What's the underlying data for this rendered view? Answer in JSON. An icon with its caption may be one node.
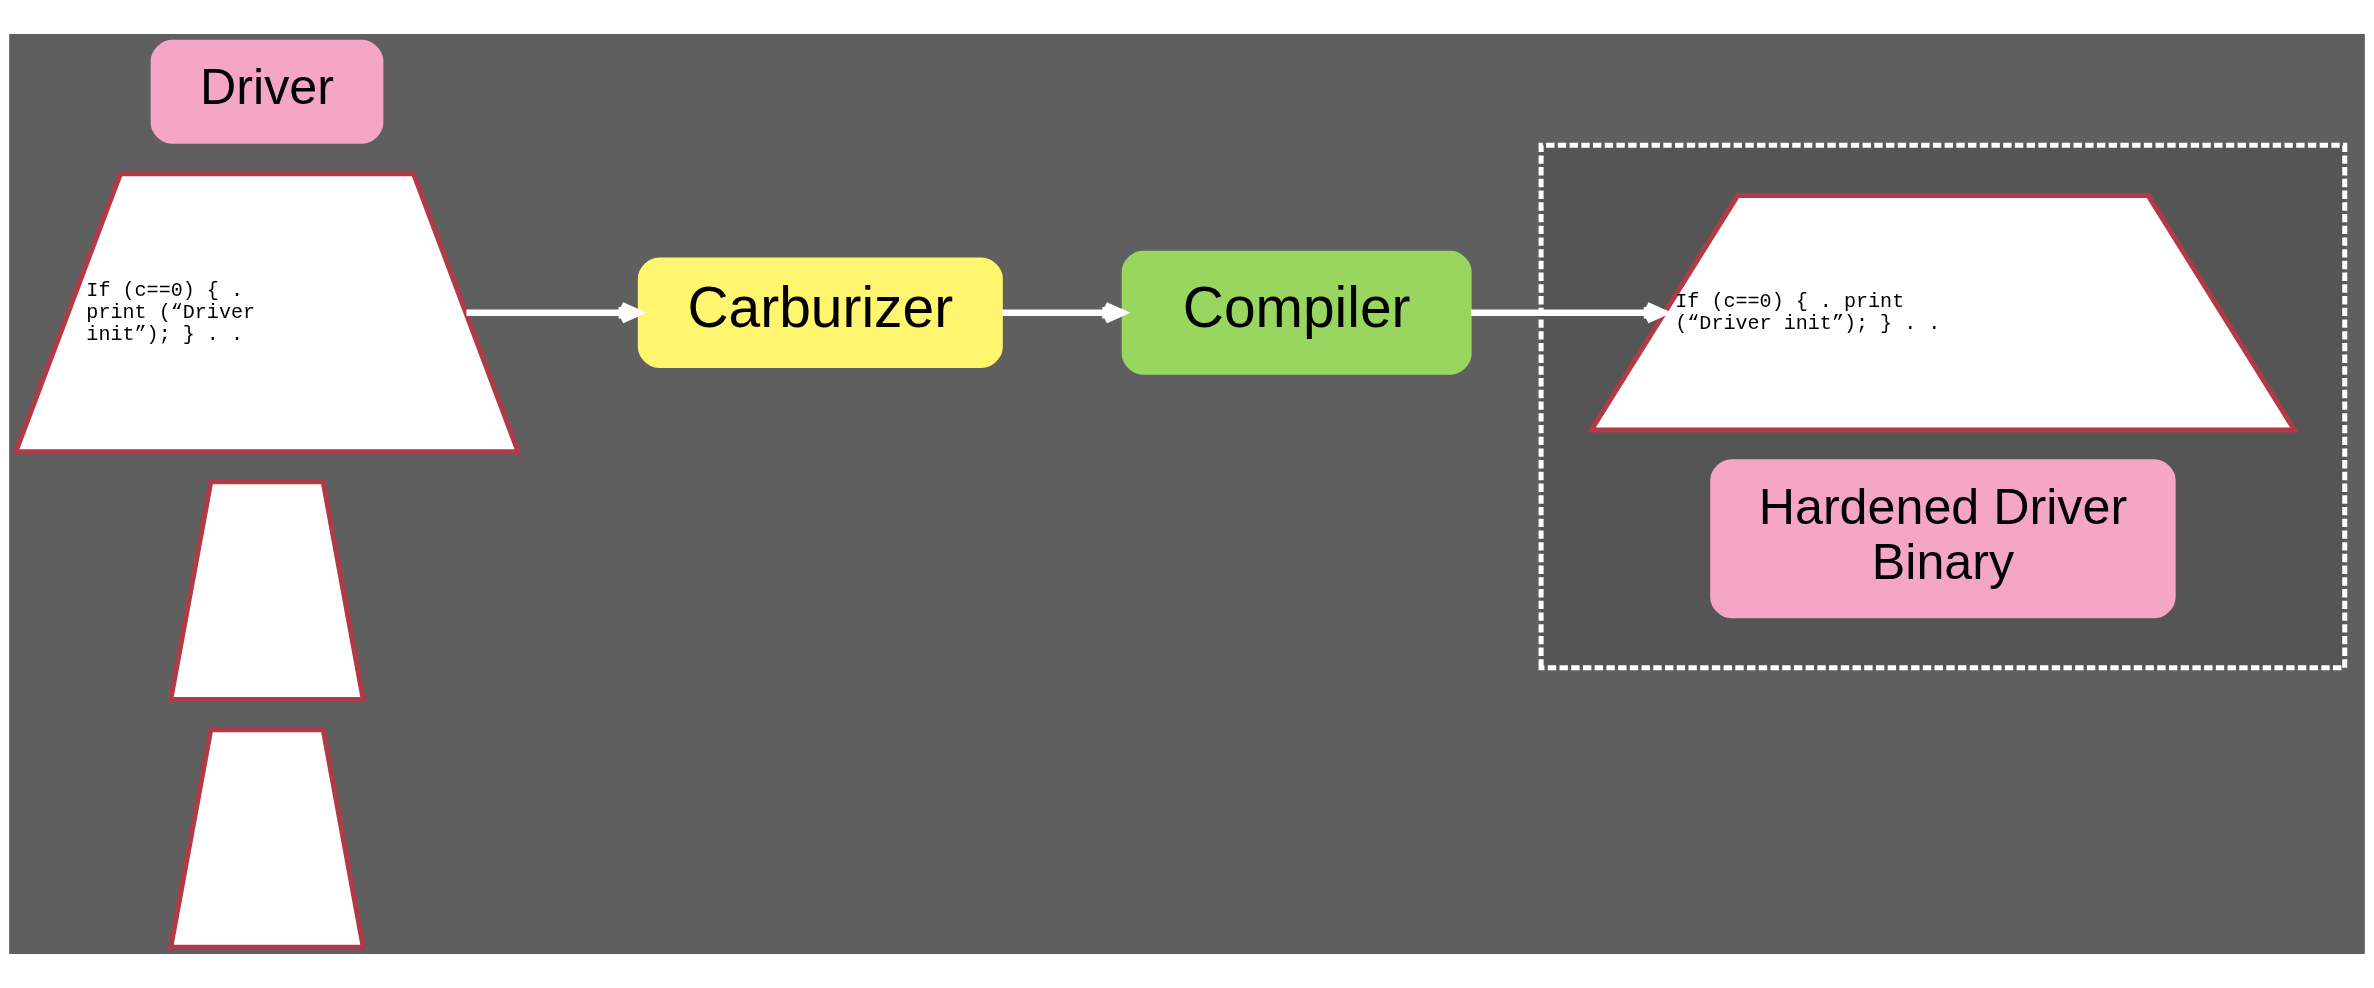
{
  "diagram": {
    "nodes": [
      {
        "text": [],
        "shape": "trapezium"
      },
      {
        "text": [],
        "shape": "trapezium"
      },
      {
        "text": [
          "If (c==0) { . print (“Driver init”); } . ."
        ]
      },
      {
        "text": [
          "Driver"
        ]
      },
      {
        "text": [
          "Carburizer"
        ]
      },
      {
        "text": [
          "Compiler"
        ]
      },
      {
        "text": [],
        "shape": "box"
      },
      {
        "text": [
          "If (c==0) { . print (“Driver init”); } . ."
        ],
        "in": 6
      },
      {
        "text": [
          "Hardened Driver Binary"
        ],
        "in": 6
      }
    ],
    "edges": [
      {
        "from": 2,
        "to": 4,
        "arrow": "to"
      },
      {
        "from": 4,
        "to": 5,
        "arrow": "to"
      },
      {
        "from": 5,
        "to": 7,
        "arrow": "to"
      }
    ]
  }
}
